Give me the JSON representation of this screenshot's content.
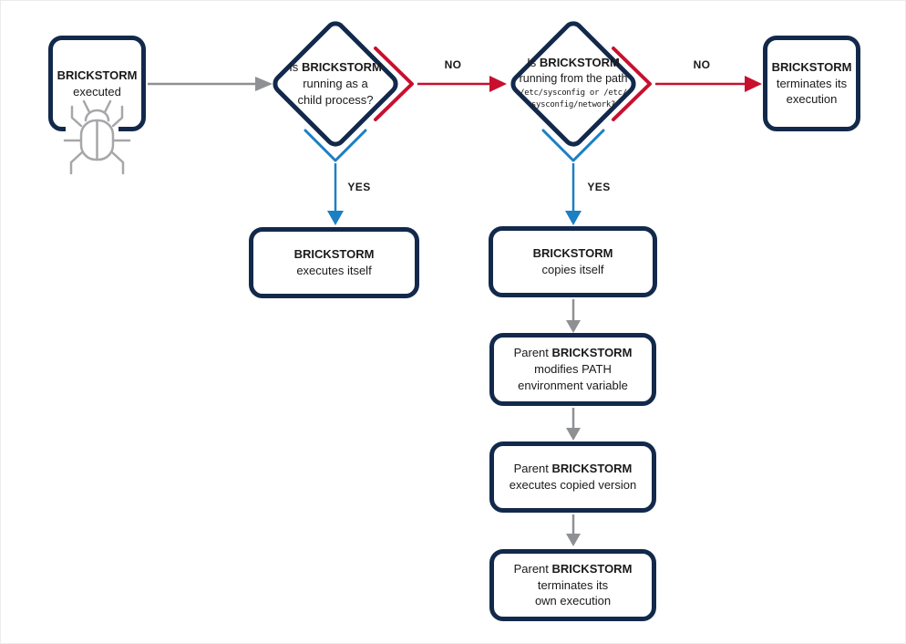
{
  "nodes": {
    "start": {
      "name": "BRICKSTORM",
      "rest": "executed"
    },
    "decision_child": {
      "pre": "Is",
      "name": "BRICKSTORM",
      "rest": "running as a\nchild process?"
    },
    "decision_path": {
      "pre": "Is",
      "name": "BRICKSTORM",
      "rest": "running from the path",
      "path": "/etc/sysconfig or /etc/\nsysconfig/network?"
    },
    "terminates": {
      "name": "BRICKSTORM",
      "rest": "terminates its\nexecution"
    },
    "executes_itself": {
      "name": "BRICKSTORM",
      "rest": "executes itself"
    },
    "copies_itself": {
      "name": "BRICKSTORM",
      "rest": "copies itself"
    },
    "modifies_path": {
      "pre": "Parent",
      "name": "BRICKSTORM",
      "rest": "modifies PATH\nenvironment variable"
    },
    "executes_copied": {
      "pre": "Parent",
      "name": "BRICKSTORM",
      "rest": "executes copied version"
    },
    "terminates_own": {
      "pre": "Parent",
      "name": "BRICKSTORM",
      "rest": "terminates its\nown execution"
    }
  },
  "edge_labels": {
    "no_child": "NO",
    "yes_child": "YES",
    "no_path": "NO",
    "yes_path": "YES"
  },
  "icons": {
    "bug": "bug-icon"
  },
  "colors": {
    "navy": "#12294B",
    "red": "#C8102E",
    "blue": "#1B7FC3",
    "gray": "#8F9094",
    "buggray": "#A7A7AA",
    "text": "#1A1A1A",
    "bg": "#FFFFFF"
  }
}
